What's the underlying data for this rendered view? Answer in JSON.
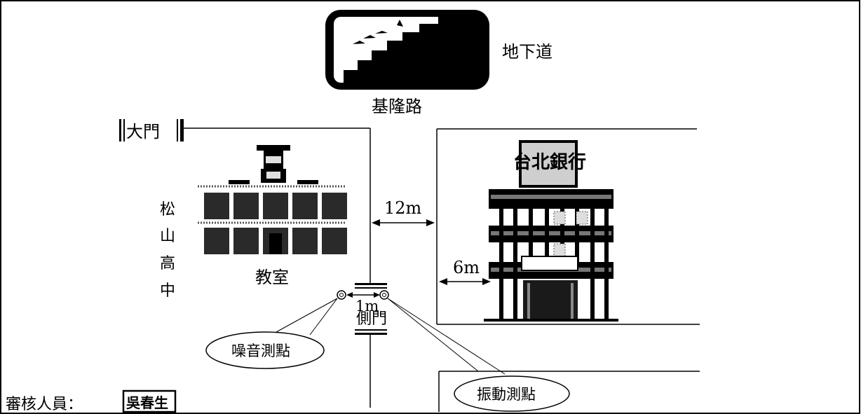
{
  "labels": {
    "underpass": "地下道",
    "road": "基隆路",
    "main_gate": "大門",
    "school_name": [
      "松",
      "山",
      "高",
      "中"
    ],
    "classroom": "教室",
    "bank": "台北銀行",
    "dist_road": "12m",
    "dist_bank": "6m",
    "dist_gate": "1m",
    "side_gate": "側門",
    "noise_point": "噪音測點",
    "vibration_point": "振動測點",
    "reviewer_label": "審核人員：",
    "reviewer_stamp": "吳春生"
  },
  "colors": {
    "ink": "#000000",
    "grid_dark": "#2a2a2a",
    "bank_sign": "#cfcfcf"
  }
}
